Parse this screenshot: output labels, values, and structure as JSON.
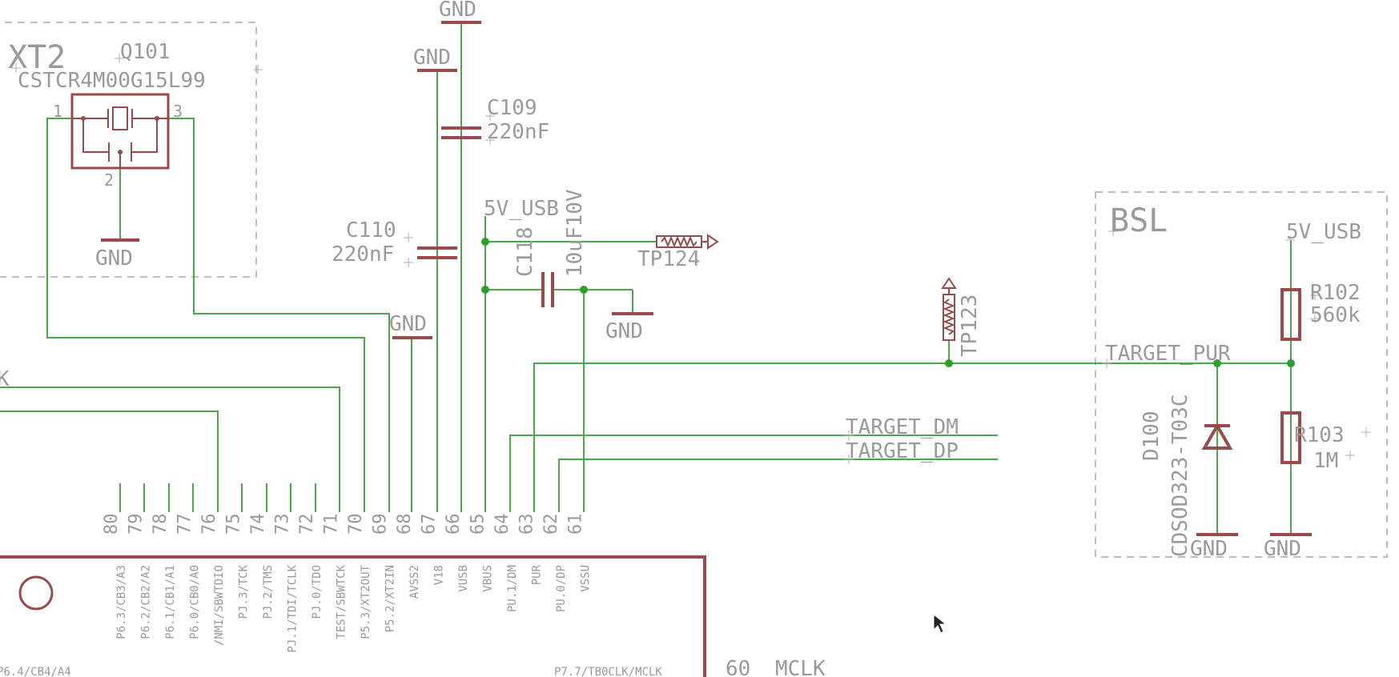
{
  "colors": {
    "wire": "#4aa84a",
    "junction": "#2e9e2e",
    "part": "#9b4a4a",
    "text": "#9a9a9a",
    "frame": "#a8a8a8"
  },
  "xt2": {
    "name": "XT2",
    "ref": "Q101",
    "value": "CSTCR4M00G15L99",
    "pin1": "1",
    "pin2": "2",
    "pin3": "3",
    "gnd": "GND"
  },
  "c109": {
    "ref": "C109",
    "value": "220nF",
    "gnd_top": "GND",
    "gnd": "GND"
  },
  "c110": {
    "ref": "C110",
    "value": "220nF"
  },
  "c118": {
    "ref": "C118",
    "value": "10uF10V",
    "net": "5V_USB",
    "gnd": "GND"
  },
  "gnd_mid": "GND",
  "tp124": "TP124",
  "tp123": "TP123",
  "bsl": {
    "name": "BSL",
    "net_5v": "5V_USB",
    "r102_ref": "R102",
    "r102_val": "560k",
    "r103_ref": "R103",
    "r103_val": "1M",
    "d100_ref": "D100",
    "d100_val": "CDSOD323-T03C",
    "gnd1": "GND",
    "gnd2": "GND"
  },
  "nets": {
    "pur": "TARGET_PUR",
    "dm": "TARGET_DM",
    "dp": "TARGET_DP",
    "left_frag": "K"
  },
  "pins": [
    "80",
    "79",
    "78",
    "77",
    "76",
    "75",
    "74",
    "73",
    "72",
    "71",
    "70",
    "69",
    "68",
    "67",
    "66",
    "65",
    "64",
    "63",
    "62",
    "61"
  ],
  "pin_names": [
    "P6.3/CB3/A3",
    "P6.2/CB2/A2",
    "P6.1/CB1/A1",
    "P6.0/CB0/A0",
    "/NMI/SBWTDIO",
    "PJ.3/TCK",
    "PJ.2/TMS",
    "PJ.1/TDI/TCLK",
    "PJ.0/TDO",
    "TEST/SBWTCK",
    "P5.3/XT2OUT",
    "P5.2/XT2IN",
    "AVSS2",
    "V18",
    "VUSB",
    "VBUS",
    "PU.1/DM",
    "PUR",
    "PU.0/DP",
    "VSSU"
  ],
  "ic": {
    "bottom_left": "P6.4/CB4/A4",
    "bottom_right": "P7.7/TB0CLK/MCLK",
    "pin60": "60",
    "mclk": "MCLK"
  }
}
